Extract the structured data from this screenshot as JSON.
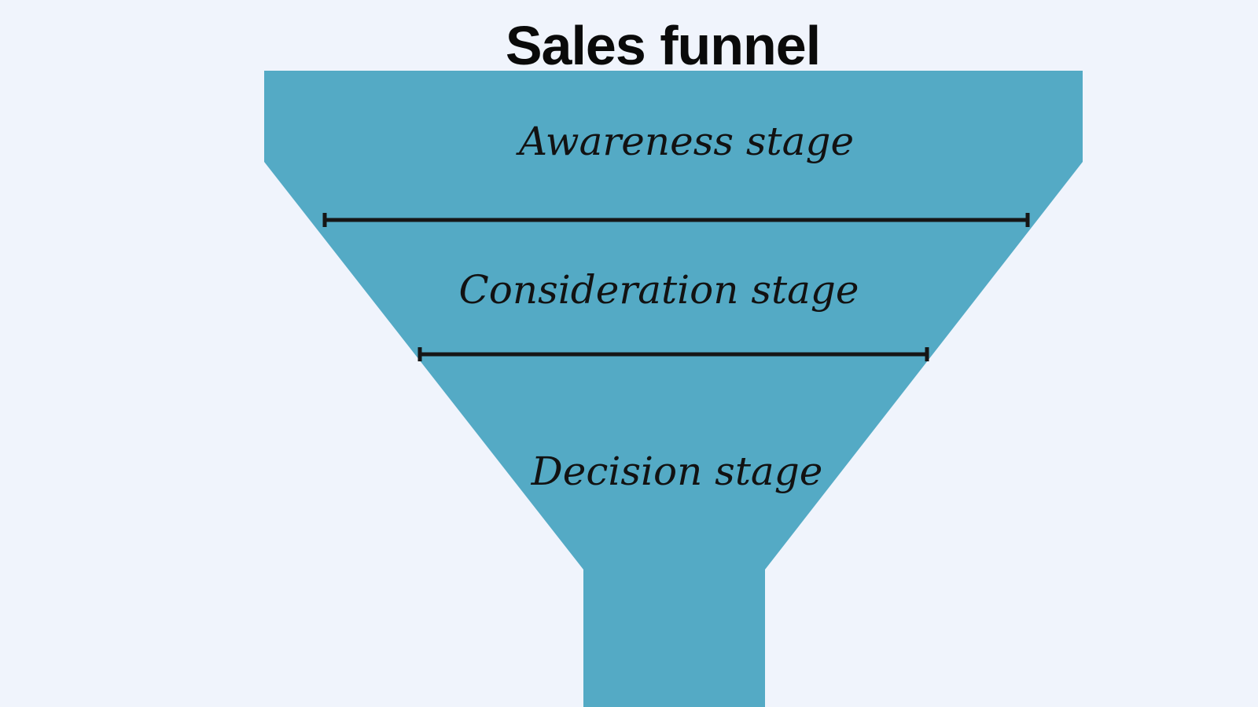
{
  "title": "Sales funnel",
  "funnel": {
    "type": "funnel-diagram",
    "stages": [
      {
        "id": "awareness",
        "label": "Awareness stage"
      },
      {
        "id": "consideration",
        "label": "Consideration stage"
      },
      {
        "id": "decision",
        "label": "Decision stage"
      }
    ]
  },
  "colors": {
    "background": "#F0F4FC",
    "funnel": "#54AAC5",
    "divider": "#161616",
    "title-text": "#0A0A0A",
    "stage-text": "#121212"
  }
}
